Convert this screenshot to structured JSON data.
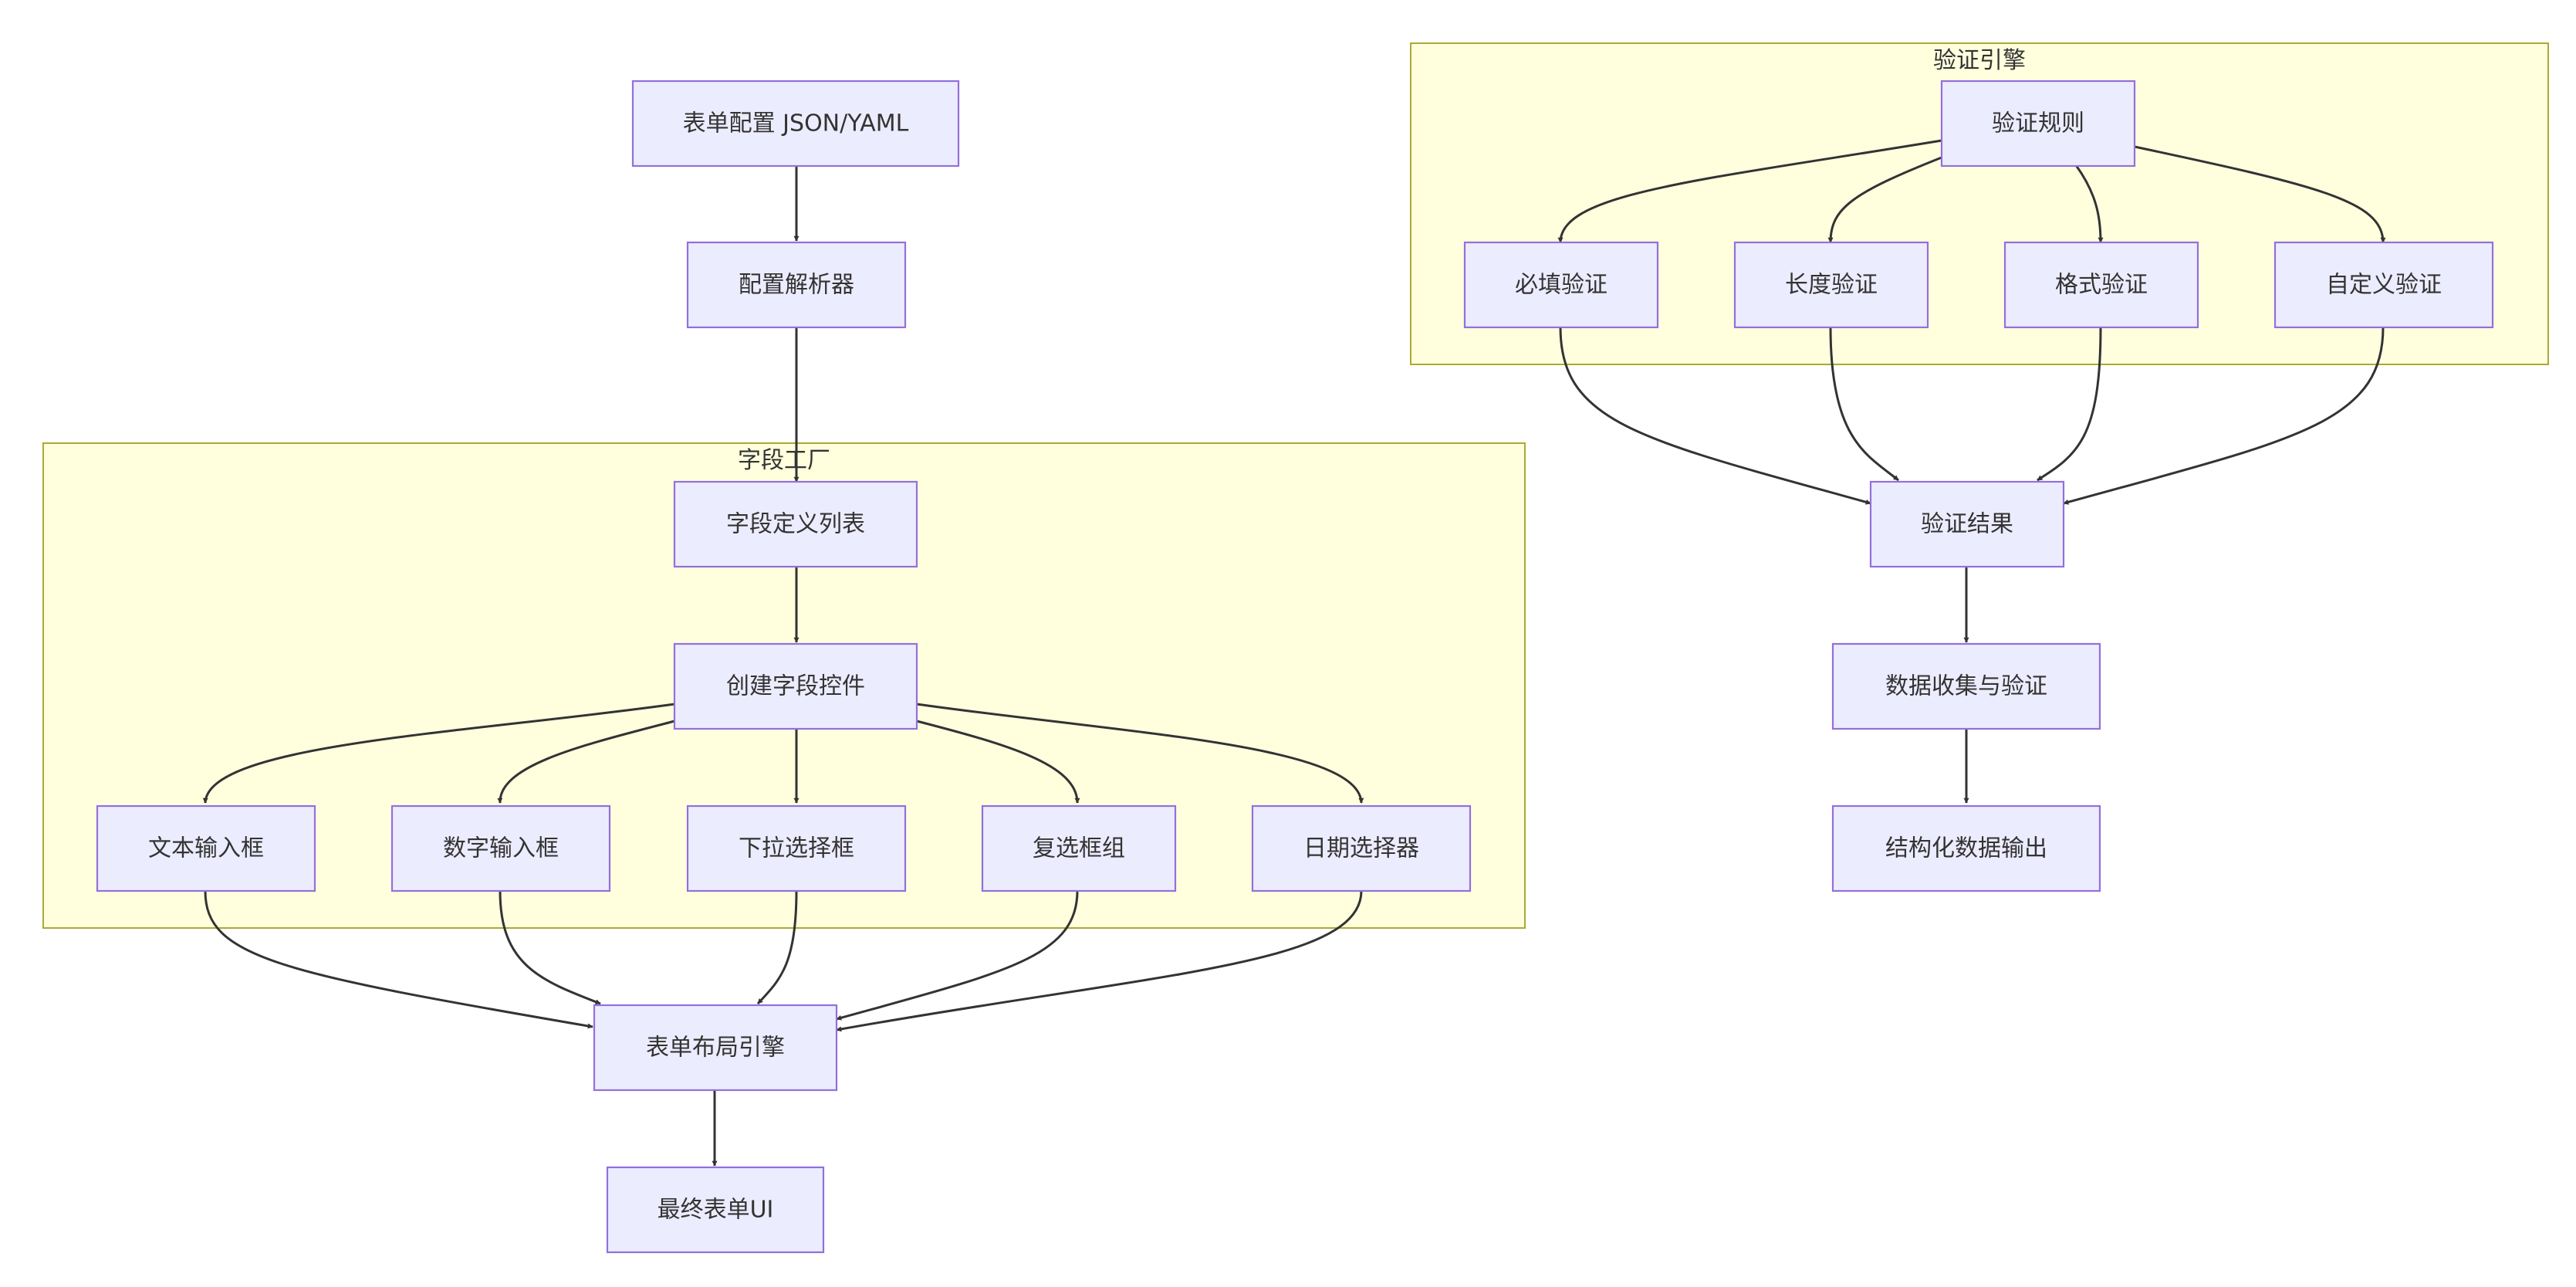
{
  "diagram": {
    "clusters": {
      "field_factory": {
        "label": "字段工厂"
      },
      "validation_engine": {
        "label": "验证引擎"
      }
    },
    "nodes": {
      "config": {
        "label": "表单配置 JSON/YAML"
      },
      "parser": {
        "label": "配置解析器"
      },
      "field_list": {
        "label": "字段定义列表"
      },
      "create_controls": {
        "label": "创建字段控件"
      },
      "text_input": {
        "label": "文本输入框"
      },
      "number_input": {
        "label": "数字输入框"
      },
      "dropdown": {
        "label": "下拉选择框"
      },
      "checkbox_group": {
        "label": "复选框组"
      },
      "date_picker": {
        "label": "日期选择器"
      },
      "layout_engine": {
        "label": "表单布局引擎"
      },
      "final_ui": {
        "label": "最终表单UI"
      },
      "rules": {
        "label": "验证规则"
      },
      "required": {
        "label": "必填验证"
      },
      "length": {
        "label": "长度验证"
      },
      "format": {
        "label": "格式验证"
      },
      "custom": {
        "label": "自定义验证"
      },
      "result": {
        "label": "验证结果"
      },
      "collect": {
        "label": "数据收集与验证"
      },
      "output": {
        "label": "结构化数据输出"
      }
    },
    "edges": [
      {
        "from": "config",
        "to": "parser"
      },
      {
        "from": "parser",
        "to": "field_list"
      },
      {
        "from": "field_list",
        "to": "create_controls"
      },
      {
        "from": "create_controls",
        "to": "text_input"
      },
      {
        "from": "create_controls",
        "to": "number_input"
      },
      {
        "from": "create_controls",
        "to": "dropdown"
      },
      {
        "from": "create_controls",
        "to": "checkbox_group"
      },
      {
        "from": "create_controls",
        "to": "date_picker"
      },
      {
        "from": "text_input",
        "to": "layout_engine"
      },
      {
        "from": "number_input",
        "to": "layout_engine"
      },
      {
        "from": "dropdown",
        "to": "layout_engine"
      },
      {
        "from": "checkbox_group",
        "to": "layout_engine"
      },
      {
        "from": "date_picker",
        "to": "layout_engine"
      },
      {
        "from": "layout_engine",
        "to": "final_ui"
      },
      {
        "from": "rules",
        "to": "required"
      },
      {
        "from": "rules",
        "to": "length"
      },
      {
        "from": "rules",
        "to": "format"
      },
      {
        "from": "rules",
        "to": "custom"
      },
      {
        "from": "required",
        "to": "result"
      },
      {
        "from": "length",
        "to": "result"
      },
      {
        "from": "format",
        "to": "result"
      },
      {
        "from": "custom",
        "to": "result"
      },
      {
        "from": "result",
        "to": "collect"
      },
      {
        "from": "collect",
        "to": "output"
      }
    ]
  }
}
